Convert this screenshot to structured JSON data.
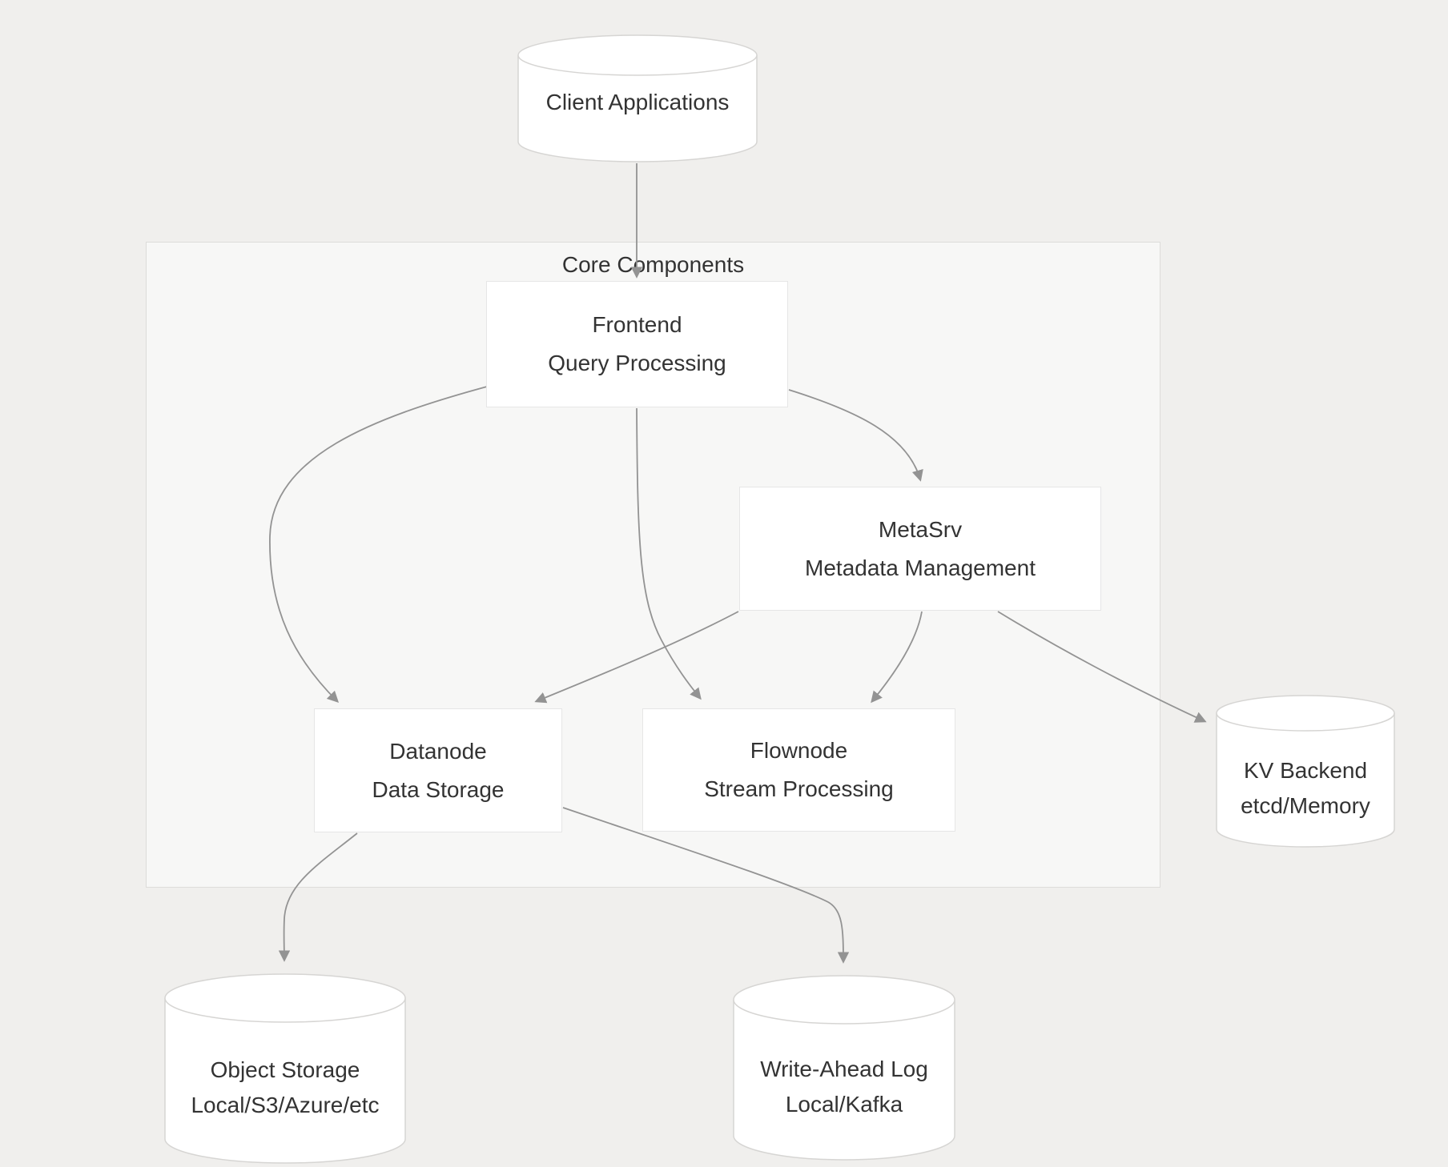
{
  "diagram": {
    "cluster": {
      "label": "Core Components"
    },
    "nodes": {
      "client": {
        "lines": [
          "Client Applications"
        ]
      },
      "frontend": {
        "lines": [
          "Frontend",
          "Query Processing"
        ]
      },
      "metasrv": {
        "lines": [
          "MetaSrv",
          "Metadata Management"
        ]
      },
      "datanode": {
        "lines": [
          "Datanode",
          "Data Storage"
        ]
      },
      "flownode": {
        "lines": [
          "Flownode",
          "Stream Processing"
        ]
      },
      "kv_backend": {
        "lines": [
          "KV Backend",
          "etcd/Memory"
        ]
      },
      "object_storage": {
        "lines": [
          "Object Storage",
          "Local/S3/Azure/etc"
        ]
      },
      "wal": {
        "lines": [
          "Write-Ahead Log",
          "Local/Kafka"
        ]
      }
    },
    "edges": [
      {
        "from": "Client Applications",
        "to": "Frontend"
      },
      {
        "from": "Frontend",
        "to": "Datanode"
      },
      {
        "from": "Frontend",
        "to": "Flownode"
      },
      {
        "from": "Frontend",
        "to": "MetaSrv"
      },
      {
        "from": "MetaSrv",
        "to": "Datanode"
      },
      {
        "from": "MetaSrv",
        "to": "Flownode"
      },
      {
        "from": "MetaSrv",
        "to": "KV Backend"
      },
      {
        "from": "Datanode",
        "to": "Object Storage"
      },
      {
        "from": "Datanode",
        "to": "Write-Ahead Log"
      }
    ],
    "colors": {
      "background": "#f0efed",
      "cluster_fill": "#f7f7f6",
      "cluster_border": "#dddcda",
      "node_fill": "#ffffff",
      "node_border": "#e6e6e6",
      "cylinder_border": "#d6d5d3",
      "edge": "#939393",
      "text": "#333333"
    }
  }
}
